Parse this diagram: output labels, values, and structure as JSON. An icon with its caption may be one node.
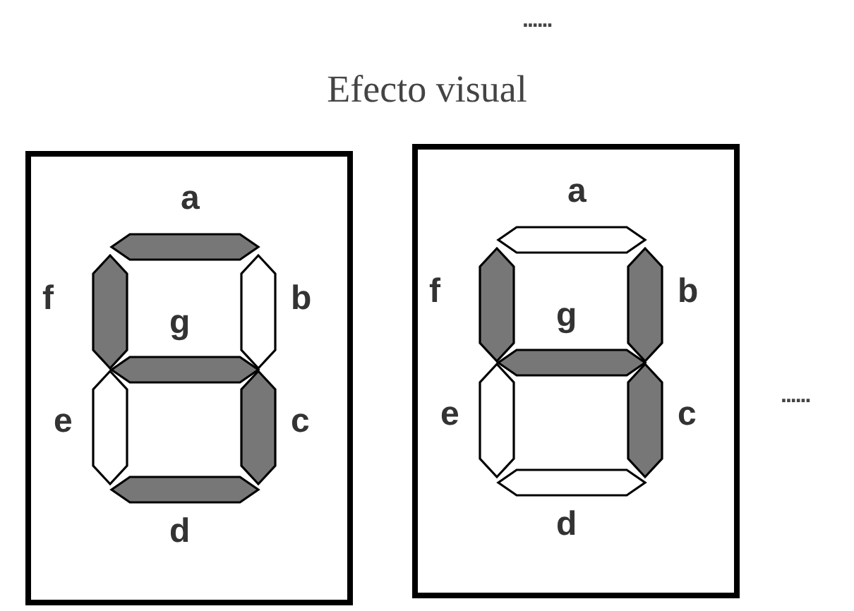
{
  "diagram": {
    "title": "Efecto visual",
    "nodes": [
      {
        "text": [],
        "shape": "box"
      },
      {
        "text": [],
        "shape": "bar",
        "beside": [
          "a"
        ],
        "in": 0
      },
      {
        "text": [],
        "shape": "bar",
        "beside": [
          "f"
        ],
        "in": 0
      },
      {
        "text": [],
        "shape": "bar",
        "beside": [
          "b"
        ],
        "in": 0
      },
      {
        "text": [],
        "shape": "bar",
        "beside": [
          "g"
        ],
        "in": 0
      },
      {
        "text": [],
        "shape": "bar",
        "beside": [
          "e"
        ],
        "in": 0
      },
      {
        "text": [],
        "shape": "bar",
        "beside": [
          "c"
        ],
        "in": 0
      },
      {
        "text": [],
        "shape": "bar",
        "beside": [
          "d"
        ],
        "in": 0
      },
      {
        "text": [],
        "shape": "box"
      },
      {
        "text": [],
        "shape": "bar",
        "beside": [
          "a"
        ],
        "in": 8
      },
      {
        "text": [],
        "shape": "bar",
        "beside": [
          "f"
        ],
        "in": 8
      },
      {
        "text": [],
        "shape": "bar",
        "beside": [
          "b"
        ],
        "in": 8
      },
      {
        "text": [],
        "shape": "bar",
        "beside": [
          "g"
        ],
        "in": 8
      },
      {
        "text": [],
        "shape": "bar",
        "beside": [
          "e"
        ],
        "in": 8
      },
      {
        "text": [],
        "shape": "bar",
        "beside": [
          "c"
        ],
        "in": 8
      },
      {
        "text": [],
        "shape": "bar",
        "beside": [
          "d"
        ],
        "in": 8
      }
    ],
    "labels": [
      "......",
      "......"
    ]
  }
}
